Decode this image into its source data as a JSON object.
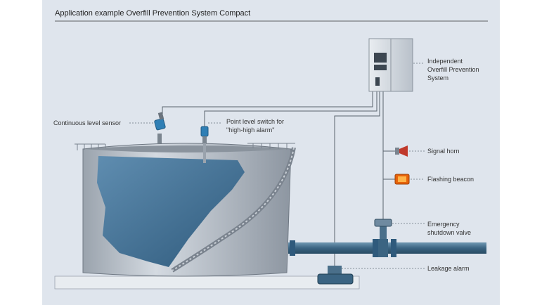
{
  "title": "Application example Overfill Prevention System Compact",
  "labels": {
    "continuous_sensor": "Continuous level sensor",
    "point_switch_line1": "Point level switch for",
    "point_switch_line2": "\"high-high alarm\"",
    "ops_line1": "Independent",
    "ops_line2": "Overfill Prevention",
    "ops_line3": "System",
    "signal_horn": "Signal horn",
    "flashing_beacon": "Flashing beacon",
    "esd_line1": "Emergency",
    "esd_line2": "shutdown valve",
    "leakage_alarm": "Leakage alarm"
  },
  "colors": {
    "background": "#dfe5ed",
    "tank_body": "#b8c0ca",
    "liquid": "#3f6f93",
    "pipe": "#3f6f8c",
    "horn": "#c0392b",
    "beacon": "#e8630a"
  },
  "icons": {
    "horn": "signal-horn-icon",
    "beacon": "flashing-beacon-icon",
    "valve": "shutdown-valve-icon"
  }
}
